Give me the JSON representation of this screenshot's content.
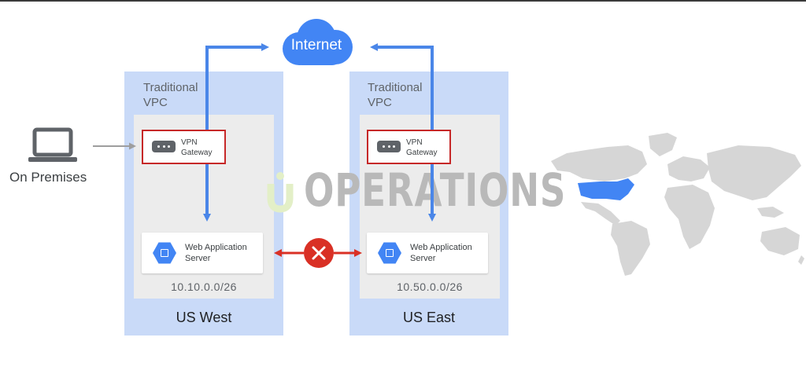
{
  "internet": {
    "label": "Internet"
  },
  "on_premises": {
    "label": "On Premises"
  },
  "watermark": {
    "text": "OPERATIONS"
  },
  "regions": [
    {
      "name": "US West",
      "vpc_title_line1": "Traditional",
      "vpc_title_line2": "VPC",
      "gateway_line1": "VPN",
      "gateway_line2": "Gateway",
      "server_line1": "Web Application",
      "server_line2": "Server",
      "subnet": "10.10.0.0/26"
    },
    {
      "name": "US East",
      "vpc_title_line1": "Traditional",
      "vpc_title_line2": "VPC",
      "gateway_line1": "VPN",
      "gateway_line2": "Gateway",
      "server_line1": "Web Application",
      "server_line2": "Server",
      "subnet": "10.50.0.0/26"
    }
  ],
  "colors": {
    "region_fill": "#c9daf8",
    "vpc_fill": "#ececec",
    "arrow_blue": "#4a86e8",
    "gateway_border": "#c62828",
    "block_red": "#d93025",
    "server_icon": "#4285f4",
    "map_land": "#d6d6d6",
    "map_highlight": "#4285f4"
  },
  "icons": [
    "laptop-icon",
    "cloud-icon",
    "gateway-icon",
    "compute-engine-icon",
    "blocked-icon",
    "world-map"
  ]
}
